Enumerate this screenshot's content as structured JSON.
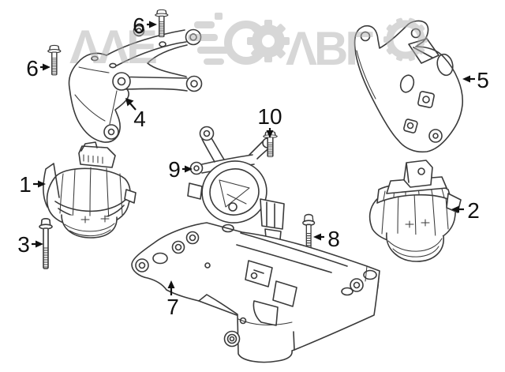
{
  "colors": {
    "background": "#ffffff",
    "line": "#3a3a3a",
    "label": "#111111",
    "watermark": "#b0b0b0"
  },
  "watermark": {
    "left_text": "ΛΛΕ",
    "right_text": "ΛΒΓ",
    "icons": [
      "speeding-gear-logo",
      "gear-icon",
      "gear-ring-icon"
    ]
  },
  "callouts": {
    "n1": "1",
    "n2": "2",
    "n3": "3",
    "n4": "4",
    "n5": "5",
    "n6a": "6",
    "n6b": "6",
    "n7": "7",
    "n8": "8",
    "n9": "9",
    "n10": "10"
  }
}
